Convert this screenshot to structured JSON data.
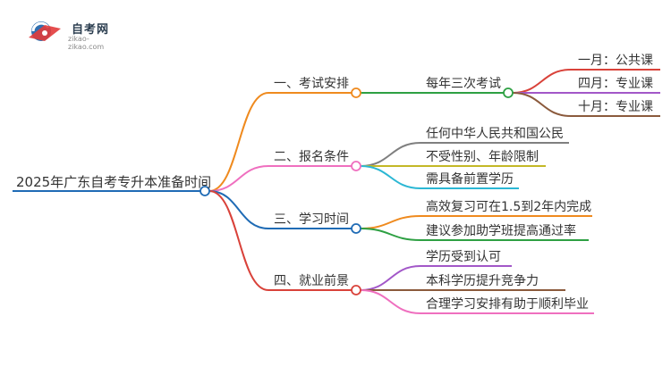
{
  "logo": {
    "title": "自考网",
    "subtitle": "zikao-zikao.com"
  },
  "mindmap": {
    "root": "2025年广东自考专升本准备时间",
    "branches": [
      {
        "label": "一、考试安排",
        "color": "#ef8a1e",
        "children": [
          {
            "label": "每年三次考试",
            "color": "#2ea043",
            "children": [
              {
                "label": "一月：公共课",
                "color": "#d9423a"
              },
              {
                "label": "四月：专业课",
                "color": "#a257c8"
              },
              {
                "label": "十月：专业课",
                "color": "#8b5a3c"
              }
            ]
          }
        ]
      },
      {
        "label": "二、报名条件",
        "color": "#ef6fbf",
        "children": [
          {
            "label": "任何中华人民共和国公民",
            "color": "#7f7f7f"
          },
          {
            "label": "不受性别、年龄限制",
            "color": "#c3b826"
          },
          {
            "label": "需具备前置学历",
            "color": "#2bb7d4"
          }
        ]
      },
      {
        "label": "三、学习时间",
        "color": "#1f6bb5",
        "children": [
          {
            "label": "高效复习可在1.5到2年内完成",
            "color": "#ef8a1e"
          },
          {
            "label": "建议参加助学班提高通过率",
            "color": "#2ea043"
          }
        ]
      },
      {
        "label": "四、就业前景",
        "color": "#d9423a",
        "children": [
          {
            "label": "学历受到认可",
            "color": "#a257c8"
          },
          {
            "label": "本科学历提升竞争力",
            "color": "#8b5a3c"
          },
          {
            "label": "合理学习安排有助于顺利毕业",
            "color": "#ef6fbf"
          }
        ]
      }
    ]
  }
}
